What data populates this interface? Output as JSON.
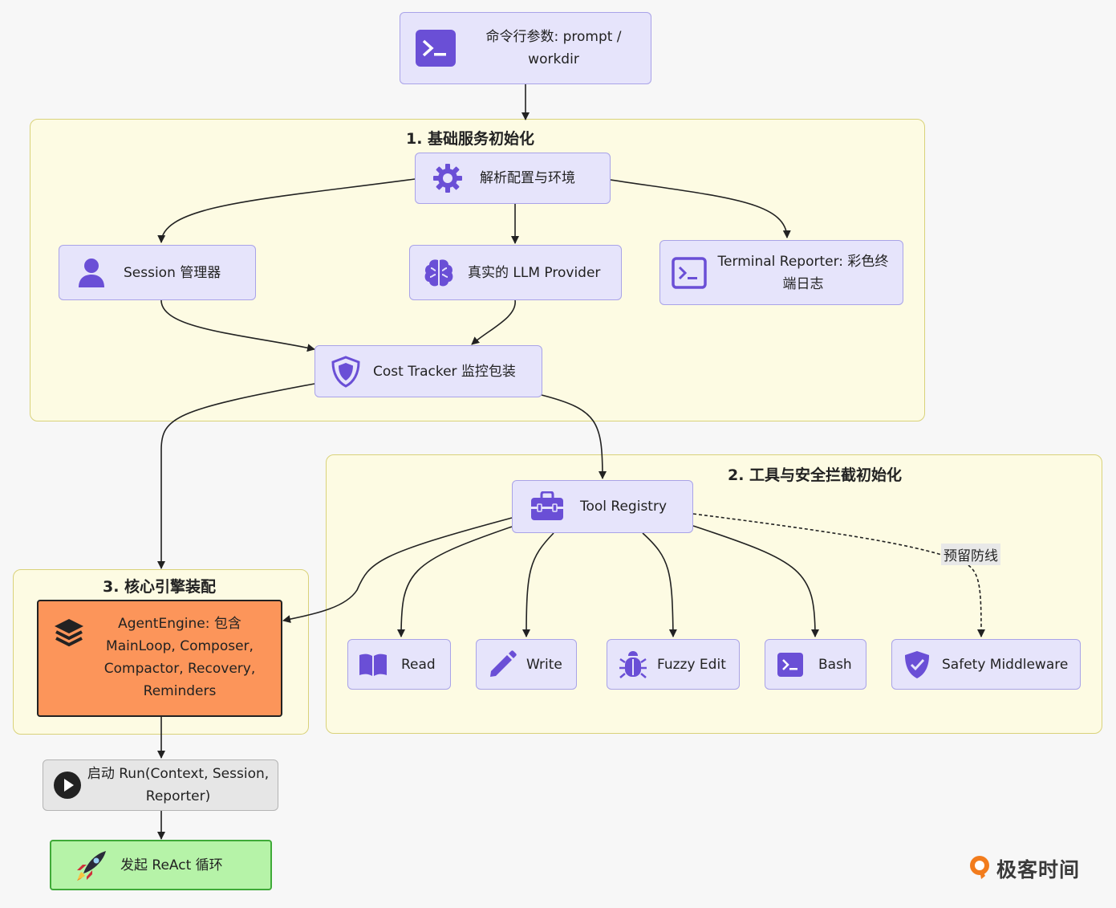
{
  "colors": {
    "node_fill": "#e6e4fb",
    "node_border": "#a9a3e8",
    "icon": "#6a4fd6",
    "group_fill": "#fdfbe3",
    "engine_fill": "#fc955a",
    "launch_fill": "#b6f3a8"
  },
  "start": {
    "label": "命令行参数: prompt / workdir",
    "icon": "terminal-icon"
  },
  "groups": {
    "g1": {
      "title": "1. 基础服务初始化"
    },
    "g2": {
      "title": "2. 工具与安全拦截初始化"
    },
    "g3": {
      "title": "3. 核心引擎装配"
    }
  },
  "nodes": {
    "config": {
      "label": "解析配置与环境",
      "icon": "gear-icon"
    },
    "session": {
      "label": "Session 管理器",
      "icon": "user-icon"
    },
    "llm": {
      "label": "真实的 LLM Provider",
      "icon": "brain-icon"
    },
    "reporter": {
      "label": "Terminal Reporter: 彩色终端日志",
      "icon": "terminal-icon"
    },
    "cost": {
      "label": "Cost Tracker 监控包装",
      "icon": "shield-icon"
    },
    "registry": {
      "label": "Tool Registry",
      "icon": "toolbox-icon"
    },
    "read": {
      "label": "Read",
      "icon": "book-icon"
    },
    "write": {
      "label": "Write",
      "icon": "pencil-icon"
    },
    "fuzzy": {
      "label": "Fuzzy Edit",
      "icon": "bug-icon"
    },
    "bash": {
      "label": "Bash",
      "icon": "terminal-icon"
    },
    "safety": {
      "label": "Safety Middleware",
      "icon": "shield-icon"
    },
    "engine": {
      "label": "AgentEngine: 包含 MainLoop, Composer, Compactor, Recovery, Reminders",
      "icon": "layers-icon"
    },
    "run": {
      "label": "启动 Run(Context, Session, Reporter)",
      "icon": "play-icon"
    },
    "react": {
      "label": "发起 ReAct 循环",
      "icon": "rocket-icon"
    }
  },
  "edge_labels": {
    "reserved": "预留防线"
  },
  "brand": {
    "name": "极客时间"
  }
}
